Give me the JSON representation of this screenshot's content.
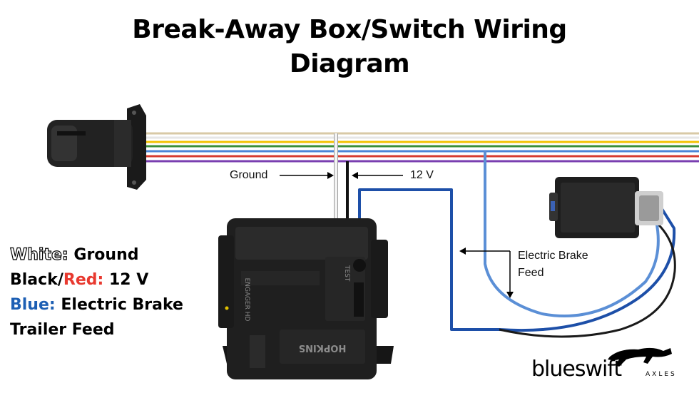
{
  "title": {
    "line1": "Break-Away Box/Switch Wiring",
    "line2": "Diagram"
  },
  "labels": {
    "ground": "Ground",
    "twelve_v": "12 V",
    "electric_brake_line1": "Electric Brake",
    "electric_brake_line2": "Feed"
  },
  "legend": {
    "white_key": "White:",
    "white_val": "Ground",
    "black_key": "Black/",
    "red_key": "Red:",
    "black_red_val": "12 V",
    "blue_key": "Blue:",
    "blue_val_line1": "Electric Brake",
    "blue_val_line2": "Trailer Feed"
  },
  "logo": {
    "word": "blueswift",
    "sub": "AXLES"
  },
  "box_text": {
    "brand": "HOPKINS",
    "model": "ENGAGER HD",
    "test": "TEST"
  },
  "colors": {
    "blue_wire": "#1d4fa8",
    "light_blue_wire": "#5b8fd6",
    "red": "#e8392f",
    "legend_blue": "#1d5fb4"
  }
}
